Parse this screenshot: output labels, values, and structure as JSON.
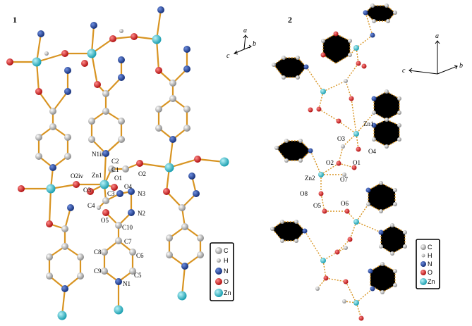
{
  "panels": [
    {
      "number": "1",
      "axes": {
        "a": "a",
        "b": "b",
        "c": "c"
      },
      "atom_labels": [
        "N1ii",
        "C2",
        "C1",
        "O2",
        "Zn1",
        "O1",
        "O4",
        "N3",
        "O3",
        "C3",
        "C4",
        "N2",
        "O5",
        "C10",
        "C7",
        "C8",
        "C6",
        "C9",
        "C5",
        "N1",
        "O2iv"
      ],
      "legend": [
        "C",
        "H",
        "N",
        "O",
        "Zn"
      ]
    },
    {
      "number": "2",
      "axes": {
        "a": "a",
        "b": "b",
        "c": "c"
      },
      "atom_labels": [
        "Zn1",
        "O3",
        "O4",
        "O2",
        "O1",
        "Zn2",
        "O7",
        "O8",
        "O5",
        "O6"
      ],
      "legend": [
        "C",
        "H",
        "N",
        "O",
        "Zn"
      ]
    }
  ],
  "colors": {
    "carbon": "#9a9a9a",
    "hydrogen": "#bfbfbf",
    "nitrogen": "#1f3f99",
    "oxygen": "#d01818",
    "zinc": "#2ab7c8",
    "bond": "#d89422"
  }
}
